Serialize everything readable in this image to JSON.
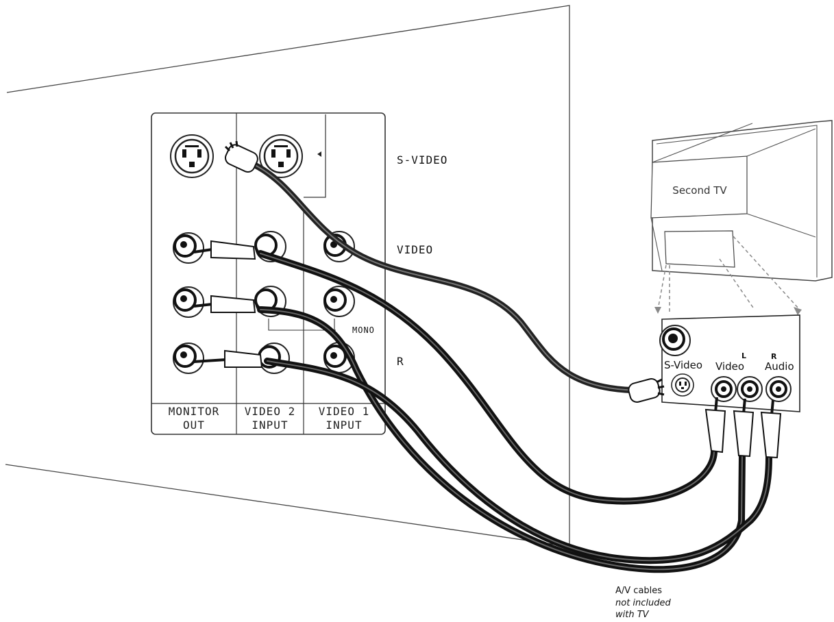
{
  "panel": {
    "column_labels": [
      {
        "line1": "MONITOR",
        "line2": "OUT"
      },
      {
        "line1": "VIDEO 2",
        "line2": "INPUT"
      },
      {
        "line1": "VIDEO 1",
        "line2": "INPUT"
      }
    ],
    "row_labels": {
      "svideo": "S-VIDEO",
      "video": "VIDEO",
      "mono": "MONO",
      "right": "R"
    }
  },
  "second_tv": {
    "title": "Second TV",
    "jacks": {
      "svideo": "S-Video",
      "video": "Video",
      "audio": "Audio",
      "left": "L",
      "right": "R"
    }
  },
  "note": {
    "line1": "A/V cables",
    "line2": "not included",
    "line3": "with TV"
  }
}
